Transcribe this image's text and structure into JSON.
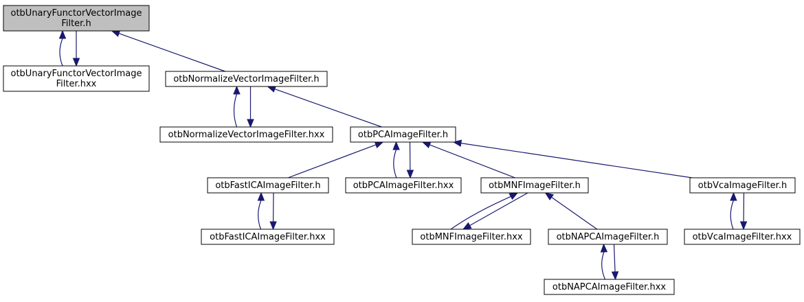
{
  "colors": {
    "edge": "#191970",
    "node_fill": "#ffffff",
    "node_fill_highlight": "#bfbfbf",
    "node_border": "#000000"
  },
  "nodes": {
    "unary_h": {
      "lines": [
        "otbUnaryFunctorVectorImage",
        "Filter.h"
      ],
      "highlight": true
    },
    "unary_hxx": {
      "lines": [
        "otbUnaryFunctorVectorImage",
        "Filter.hxx"
      ]
    },
    "normalize_h": {
      "lines": [
        "otbNormalizeVectorImageFilter.h"
      ]
    },
    "normalize_hxx": {
      "lines": [
        "otbNormalizeVectorImageFilter.hxx"
      ]
    },
    "pca_h": {
      "lines": [
        "otbPCAImageFilter.h"
      ]
    },
    "fastica_h": {
      "lines": [
        "otbFastICAImageFilter.h"
      ]
    },
    "pca_hxx": {
      "lines": [
        "otbPCAImageFilter.hxx"
      ]
    },
    "mnf_h": {
      "lines": [
        "otbMNFImageFilter.h"
      ]
    },
    "vca_h": {
      "lines": [
        "otbVcaImageFilter.h"
      ]
    },
    "fastica_hxx": {
      "lines": [
        "otbFastICAImageFilter.hxx"
      ]
    },
    "mnf_hxx": {
      "lines": [
        "otbMNFImageFilter.hxx"
      ]
    },
    "napca_h": {
      "lines": [
        "otbNAPCAImageFilter.h"
      ]
    },
    "vca_hxx": {
      "lines": [
        "otbVcaImageFilter.hxx"
      ]
    },
    "napca_hxx": {
      "lines": [
        "otbNAPCAImageFilter.hxx"
      ]
    }
  },
  "edges": [
    {
      "from": "unary_hxx",
      "to": "unary_h"
    },
    {
      "from": "unary_h",
      "to": "unary_hxx"
    },
    {
      "from": "normalize_h",
      "to": "unary_h"
    },
    {
      "from": "normalize_hxx",
      "to": "normalize_h"
    },
    {
      "from": "normalize_h",
      "to": "normalize_hxx"
    },
    {
      "from": "pca_h",
      "to": "normalize_h"
    },
    {
      "from": "fastica_h",
      "to": "pca_h"
    },
    {
      "from": "pca_hxx",
      "to": "pca_h"
    },
    {
      "from": "pca_h",
      "to": "pca_hxx"
    },
    {
      "from": "mnf_h",
      "to": "pca_h"
    },
    {
      "from": "vca_h",
      "to": "pca_h"
    },
    {
      "from": "fastica_hxx",
      "to": "fastica_h"
    },
    {
      "from": "fastica_h",
      "to": "fastica_hxx"
    },
    {
      "from": "mnf_hxx",
      "to": "mnf_h"
    },
    {
      "from": "mnf_h",
      "to": "mnf_hxx"
    },
    {
      "from": "napca_h",
      "to": "mnf_h"
    },
    {
      "from": "napca_hxx",
      "to": "napca_h"
    },
    {
      "from": "napca_h",
      "to": "napca_hxx"
    },
    {
      "from": "vca_hxx",
      "to": "vca_h"
    },
    {
      "from": "vca_h",
      "to": "vca_hxx"
    }
  ]
}
